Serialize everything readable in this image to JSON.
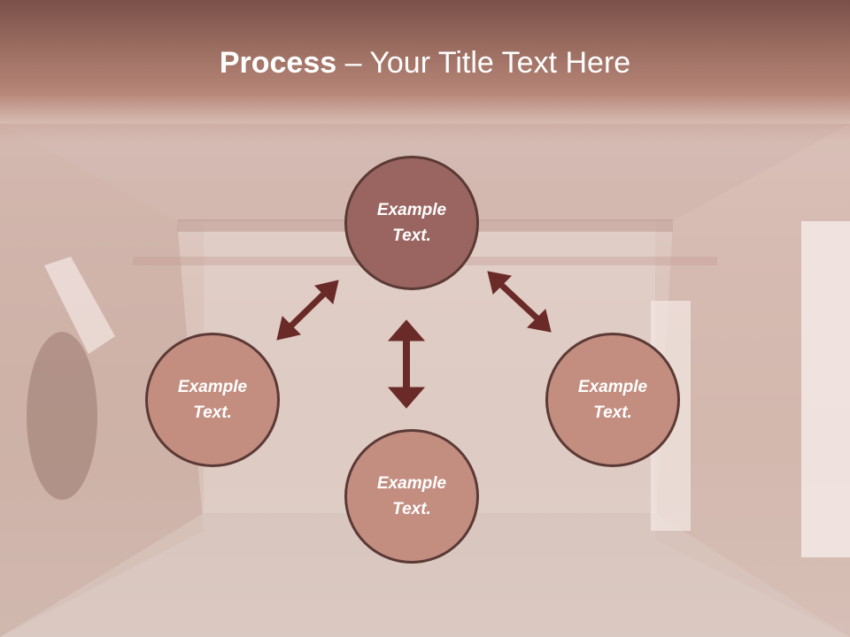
{
  "slide": {
    "title_bold": "Process",
    "title_rest": " – Your Title Text Here"
  },
  "diagram": {
    "nodes": [
      {
        "id": "top",
        "label": "Example Text."
      },
      {
        "id": "left",
        "label": "Example Text."
      },
      {
        "id": "right",
        "label": "Example Text."
      },
      {
        "id": "bottom",
        "label": "Example Text."
      }
    ]
  },
  "colors": {
    "header": "#9c6e62",
    "node_fill": "#c38e80",
    "node_top_fill": "#9a6560",
    "node_border": "#5b3a36",
    "arrow": "#6a2b28"
  }
}
